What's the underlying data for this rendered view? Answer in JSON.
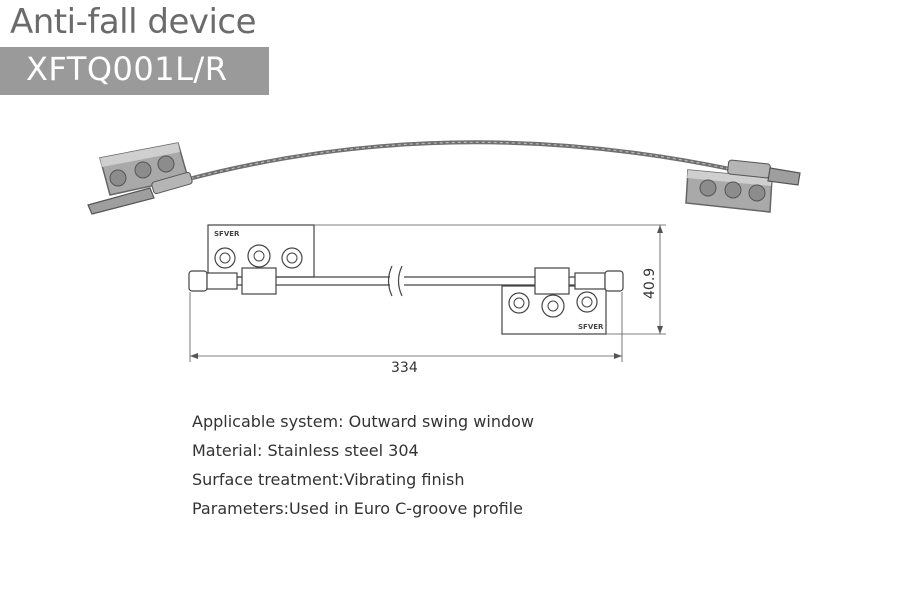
{
  "header": {
    "title": "Anti-fall device",
    "model": "XFTQ001L/R"
  },
  "drawing": {
    "length_label": "334",
    "height_label": "40.9",
    "brand_mark": "SFVER"
  },
  "specs": [
    "Applicable system: Outward swing window",
    "Material: Stainless steel 304",
    "Surface treatment:Vibrating finish",
    "Parameters:Used in Euro C-groove profile"
  ],
  "colors": {
    "title_gray": "#6b6b6b",
    "model_bar": "#9a9a9a",
    "steel": "#8a8a8a"
  }
}
